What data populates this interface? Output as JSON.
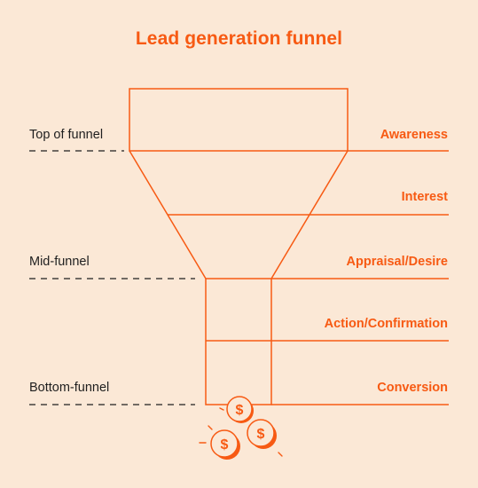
{
  "title": "Lead generation funnel",
  "left_labels": [
    "Top of funnel",
    "Mid-funnel",
    "Bottom-funnel"
  ],
  "stages": [
    "Awareness",
    "Interest",
    "Appraisal/Desire",
    "Action/Confirmation",
    "Conversion"
  ],
  "coin_symbol": "$",
  "colors": {
    "background": "#fbe8d6",
    "accent": "#f75a13",
    "text": "#1f1f1f",
    "coin_fill": "#fbe8d6"
  }
}
